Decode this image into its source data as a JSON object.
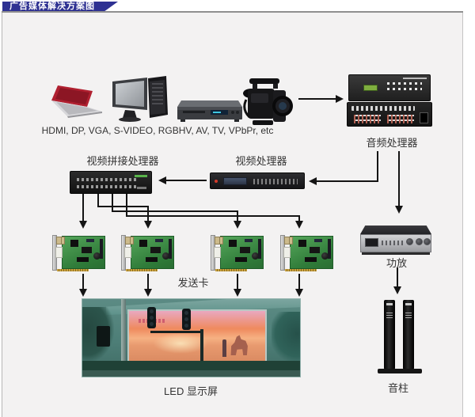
{
  "header": {
    "title": "广告媒体解决方案图",
    "accent_color": "#2e3192"
  },
  "diagram": {
    "source_caption": "HDMI, DP, VGA, S-VIDEO, RGBHV, AV, TV, VPbPr, etc",
    "source_devices": [
      "laptop-icon",
      "desktop-computer-icon",
      "dvd-player-icon",
      "camcorder-icon"
    ],
    "nodes": {
      "audio_processor": "音频处理器",
      "video_wall_processor": "视频拼接处理器",
      "video_processor": "视频处理器",
      "sending_card": "发送卡",
      "amplifier": "功放",
      "led_display": "LED 显示屏",
      "speaker_column": "音柱"
    },
    "edges": [
      {
        "from": "信号源 (HDMI/DP/VGA...)",
        "to": "音频处理器"
      },
      {
        "from": "音频处理器",
        "to": "视频处理器"
      },
      {
        "from": "音频处理器",
        "to": "功放"
      },
      {
        "from": "视频处理器",
        "to": "视频拼接处理器"
      },
      {
        "from": "视频拼接处理器",
        "to": "发送卡 ×4"
      },
      {
        "from": "发送卡 ×4",
        "to": "LED 显示屏"
      },
      {
        "from": "功放",
        "to": "音柱"
      }
    ],
    "sending_card_count": 4
  },
  "colors": {
    "background": "#f3f2f2",
    "line": "#141414",
    "pcb_green": "#3f9144",
    "title_bar": "#2e3192"
  }
}
